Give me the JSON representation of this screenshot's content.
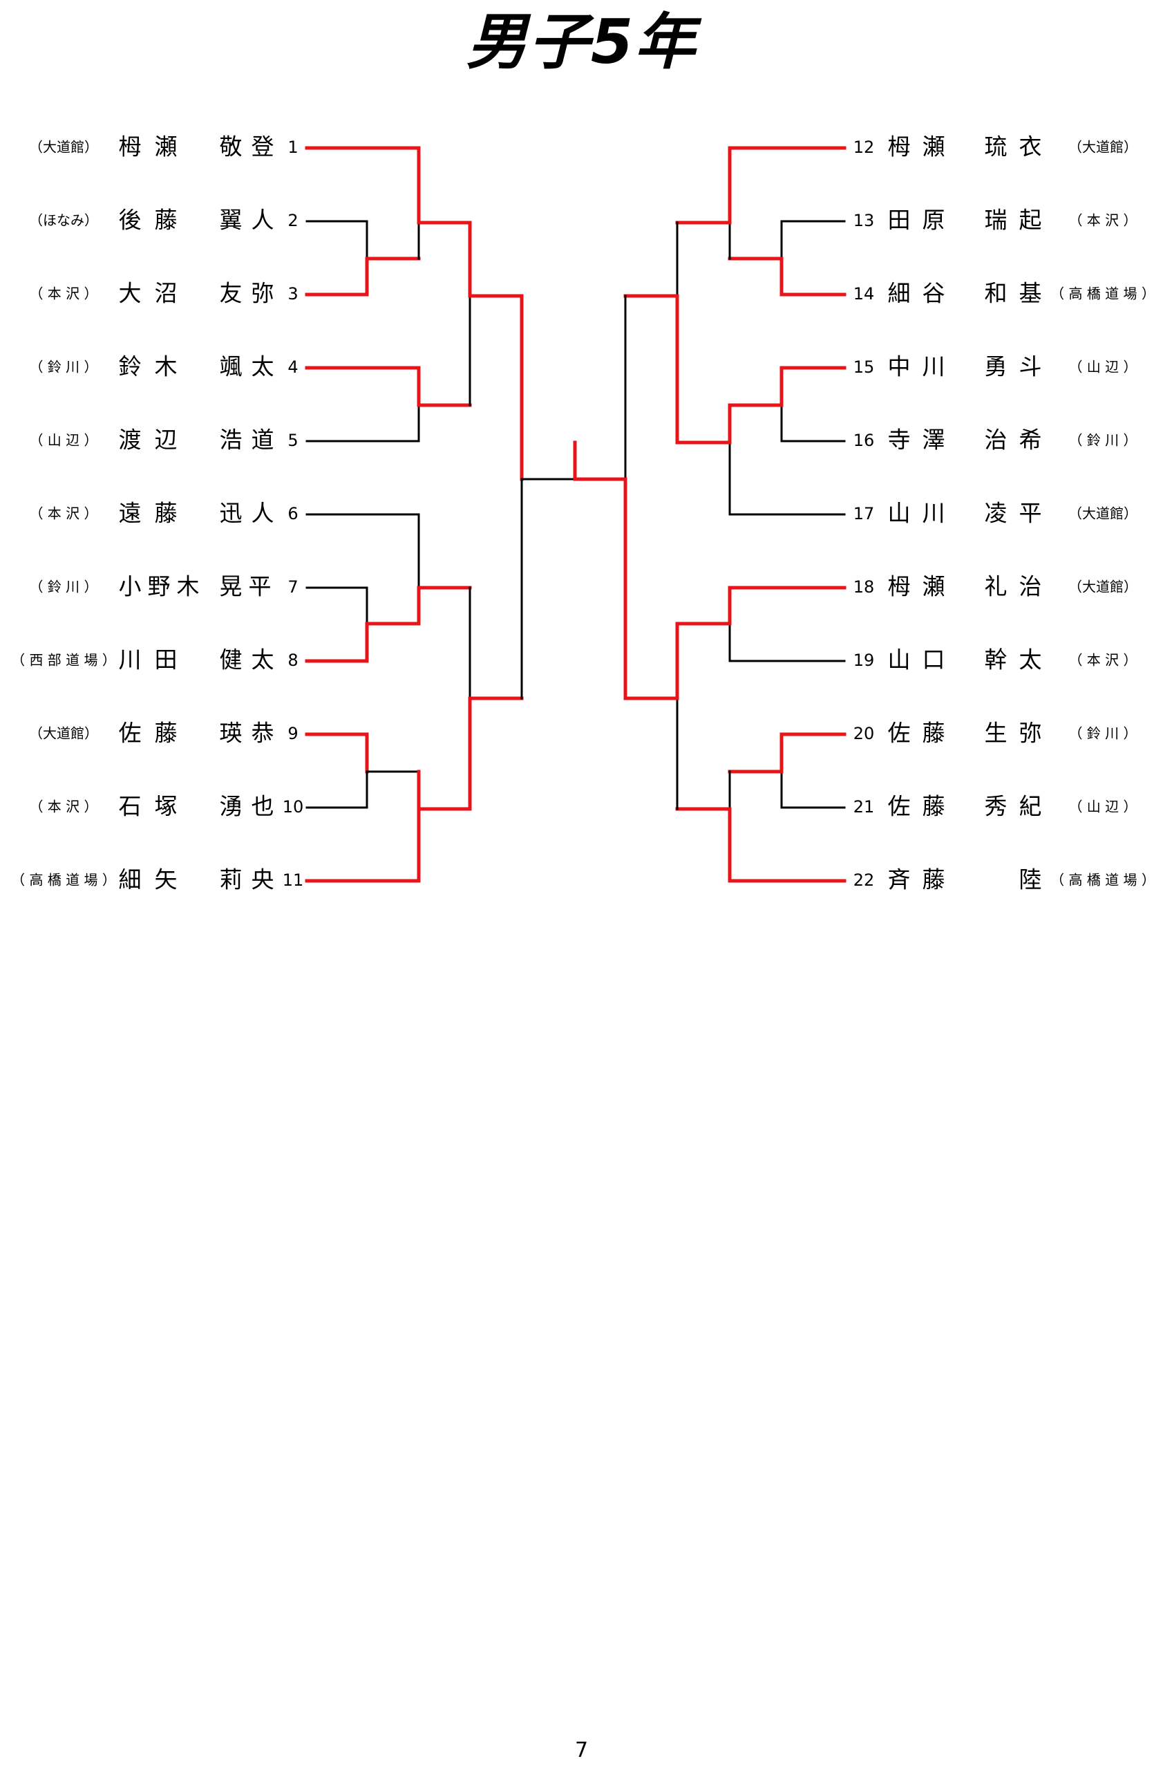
{
  "title": "男子5年",
  "page_number": "7",
  "colors": {
    "advance": "#e8141a",
    "line": "#000000"
  },
  "left_players": [
    {
      "seed": "1",
      "dojo": "（大道館）",
      "name": [
        "栂",
        "瀬",
        "敬",
        "登"
      ]
    },
    {
      "seed": "2",
      "dojo": "（ほなみ）",
      "name": [
        "後",
        "藤",
        "翼",
        "人"
      ]
    },
    {
      "seed": "3",
      "dojo": "（ 本 沢 ）",
      "name": [
        "大",
        "沼",
        "友",
        "弥"
      ]
    },
    {
      "seed": "4",
      "dojo": "（ 鈴 川 ）",
      "name": [
        "鈴",
        "木",
        "颯",
        "太"
      ]
    },
    {
      "seed": "5",
      "dojo": "（ 山 辺 ）",
      "name": [
        "渡",
        "辺",
        "浩",
        "道"
      ]
    },
    {
      "seed": "6",
      "dojo": "（ 本 沢 ）",
      "name": [
        "遠",
        "藤",
        "迅",
        "人"
      ]
    },
    {
      "seed": "7",
      "dojo": "（ 鈴 川 ）",
      "name": [
        "小",
        "野",
        "木",
        "晃",
        "平"
      ]
    },
    {
      "seed": "8",
      "dojo": "（ 西 部 道 場 ）",
      "name": [
        "川",
        "田",
        "健",
        "太"
      ]
    },
    {
      "seed": "9",
      "dojo": "（大道館）",
      "name": [
        "佐",
        "藤",
        "瑛",
        "恭"
      ]
    },
    {
      "seed": "10",
      "dojo": "（ 本 沢 ）",
      "name": [
        "石",
        "塚",
        "湧",
        "也"
      ]
    },
    {
      "seed": "11",
      "dojo": "（ 高 橋 道 場 ）",
      "name": [
        "細",
        "矢",
        "莉",
        "央"
      ]
    }
  ],
  "right_players": [
    {
      "seed": "12",
      "dojo": "（大道館）",
      "name": [
        "栂",
        "瀬",
        "琉",
        "衣"
      ]
    },
    {
      "seed": "13",
      "dojo": "（ 本 沢 ）",
      "name": [
        "田",
        "原",
        "瑞",
        "起"
      ]
    },
    {
      "seed": "14",
      "dojo": "（ 高 橋 道 場 ）",
      "name": [
        "細",
        "谷",
        "和",
        "基"
      ]
    },
    {
      "seed": "15",
      "dojo": "（ 山 辺 ）",
      "name": [
        "中",
        "川",
        "勇",
        "斗"
      ]
    },
    {
      "seed": "16",
      "dojo": "（ 鈴 川 ）",
      "name": [
        "寺",
        "澤",
        "治",
        "希"
      ]
    },
    {
      "seed": "17",
      "dojo": "（大道館）",
      "name": [
        "山",
        "川",
        "凌",
        "平"
      ]
    },
    {
      "seed": "18",
      "dojo": "（大道館）",
      "name": [
        "栂",
        "瀬",
        "礼",
        "治"
      ]
    },
    {
      "seed": "19",
      "dojo": "（ 本 沢 ）",
      "name": [
        "山",
        "口",
        "幹",
        "太"
      ]
    },
    {
      "seed": "20",
      "dojo": "（ 鈴 川 ）",
      "name": [
        "佐",
        "藤",
        "生",
        "弥"
      ]
    },
    {
      "seed": "21",
      "dojo": "（ 山 辺 ）",
      "name": [
        "佐",
        "藤",
        "秀",
        "紀"
      ]
    },
    {
      "seed": "22",
      "dojo": "（ 高 橋 道 場 ）",
      "name": [
        "斉",
        "藤",
        "",
        "陸"
      ]
    }
  ]
}
